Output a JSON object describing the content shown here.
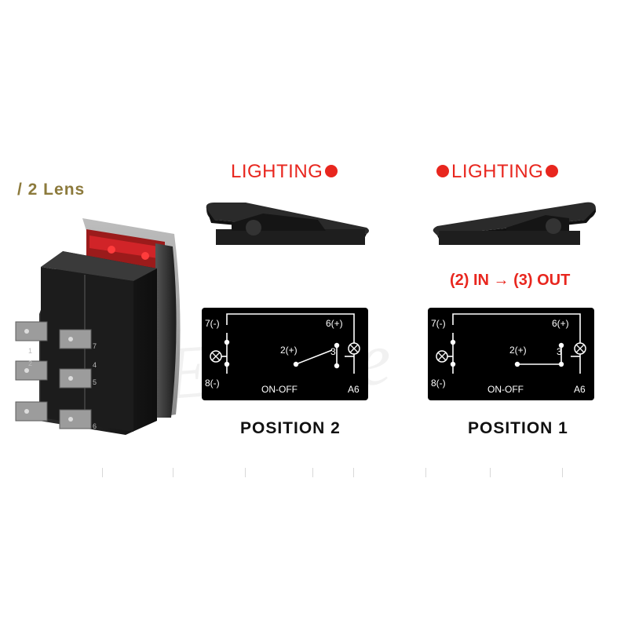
{
  "lens_label": "/ 2 Lens",
  "watermark": "Eistone",
  "flow_text": "(2) IN → (3) OUT",
  "positions": [
    {
      "lighting": "LIGHTING",
      "caption": "POSITION 2",
      "diagram": {
        "top_left": "7(-)",
        "top_right": "6(+)",
        "bottom_left": "8(-)",
        "bottom_right": "A6",
        "center": "ON-OFF",
        "input": "2(+)",
        "output": "3"
      }
    },
    {
      "lighting": "LIGHTING",
      "caption": "POSITION 1",
      "diagram": {
        "top_left": "7(-)",
        "top_right": "6(+)",
        "bottom_left": "8(-)",
        "bottom_right": "A6",
        "center": "ON-OFF",
        "input": "2(+)",
        "output": "3"
      }
    }
  ],
  "pin_numbers": [
    "1",
    "2",
    "7",
    "4",
    "5",
    "6"
  ],
  "colors": {
    "red": "#e8261e",
    "gold": "#8c7a3c",
    "black": "#111111"
  }
}
